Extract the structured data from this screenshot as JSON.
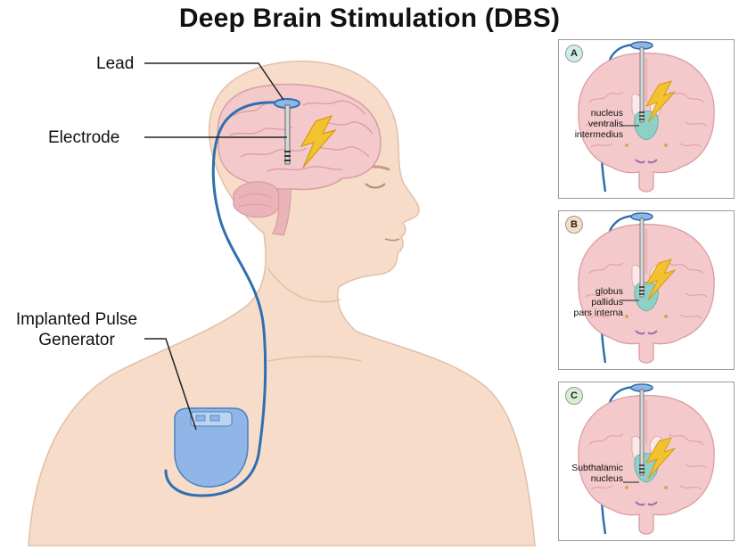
{
  "title": "Deep Brain Stimulation (DBS)",
  "labels": {
    "lead": "Lead",
    "electrode": "Electrode",
    "ipg_line1": "Implanted Pulse",
    "ipg_line2": "Generator"
  },
  "panels": [
    {
      "badge": "A",
      "badge_color": "#cfeee9",
      "target_lines": [
        "nucleus",
        "ventralis",
        "intermedius"
      ]
    },
    {
      "badge": "B",
      "badge_color": "#f7dcc0",
      "target_lines": [
        "globus",
        "pallidus",
        "pars interna"
      ]
    },
    {
      "badge": "C",
      "badge_color": "#d8eed0",
      "target_lines": [
        "Subthalamic",
        "nucleus"
      ]
    }
  ],
  "colors": {
    "skin": "#f6dcc9",
    "brain": "#f4c9cc",
    "lead_wire": "#2f6fb0",
    "bolt": "#f2c230",
    "device": "#8fb6e6",
    "nucleus": "#8ed0c8"
  }
}
